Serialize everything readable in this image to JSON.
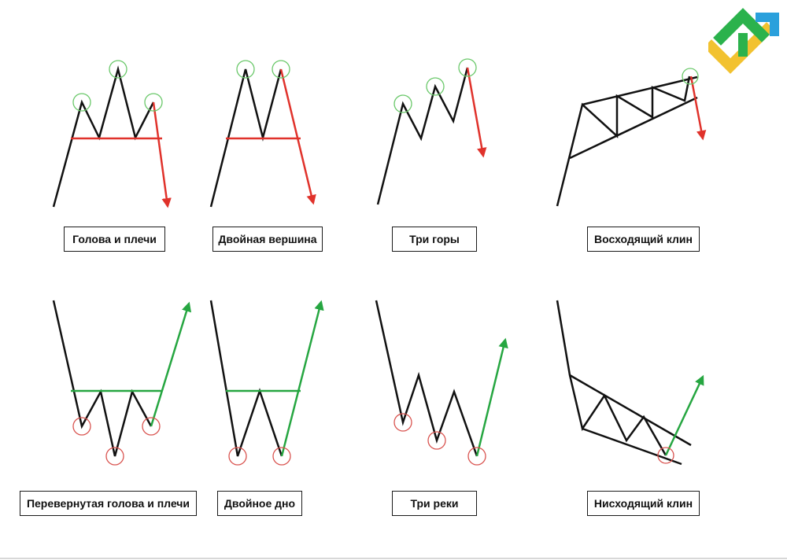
{
  "colors": {
    "price": "#111111",
    "bearish": "#e0322b",
    "bullish": "#26a641",
    "top_marker": "#6ac86a",
    "bottom_marker": "#d9534f"
  },
  "patterns": [
    {
      "id": "head-and-shoulders",
      "label": "Голова и плечи"
    },
    {
      "id": "double-top",
      "label": "Двойная вершина"
    },
    {
      "id": "triple-top",
      "label": "Три горы"
    },
    {
      "id": "rising-wedge",
      "label": "Восходящий клин"
    },
    {
      "id": "inverse-head-and-shoulders",
      "label": "Перевернутая голова и плечи"
    },
    {
      "id": "double-bottom",
      "label": "Двойное дно"
    },
    {
      "id": "triple-bottom",
      "label": "Три реки"
    },
    {
      "id": "falling-wedge",
      "label": "Нисходящий клин"
    }
  ],
  "logo": {
    "icon": "brand-logo-icon",
    "colors": [
      "#2bb24c",
      "#f2c230",
      "#2aa0dc"
    ]
  }
}
